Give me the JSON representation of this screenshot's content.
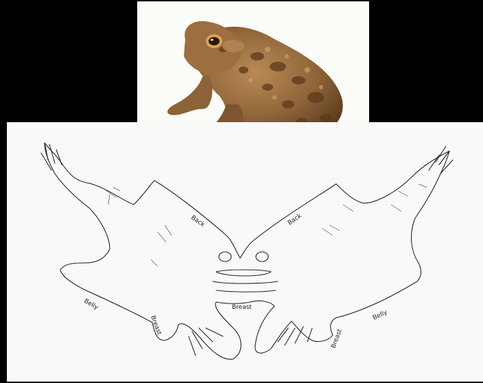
{
  "photo": {
    "icon": "toad-photo",
    "colors": {
      "skin": "#a8794a",
      "spots": "#5a3a1c",
      "eye": "#d9a45a"
    }
  },
  "diagram": {
    "icon": "toad-skin-pattern",
    "labels": {
      "back_left": "Back",
      "back_right": "Back",
      "belly_left": "Belly",
      "belly_right": "Belly",
      "breast_center": "Breast",
      "breast_left": "Breast",
      "breast_right": "Breast"
    }
  }
}
